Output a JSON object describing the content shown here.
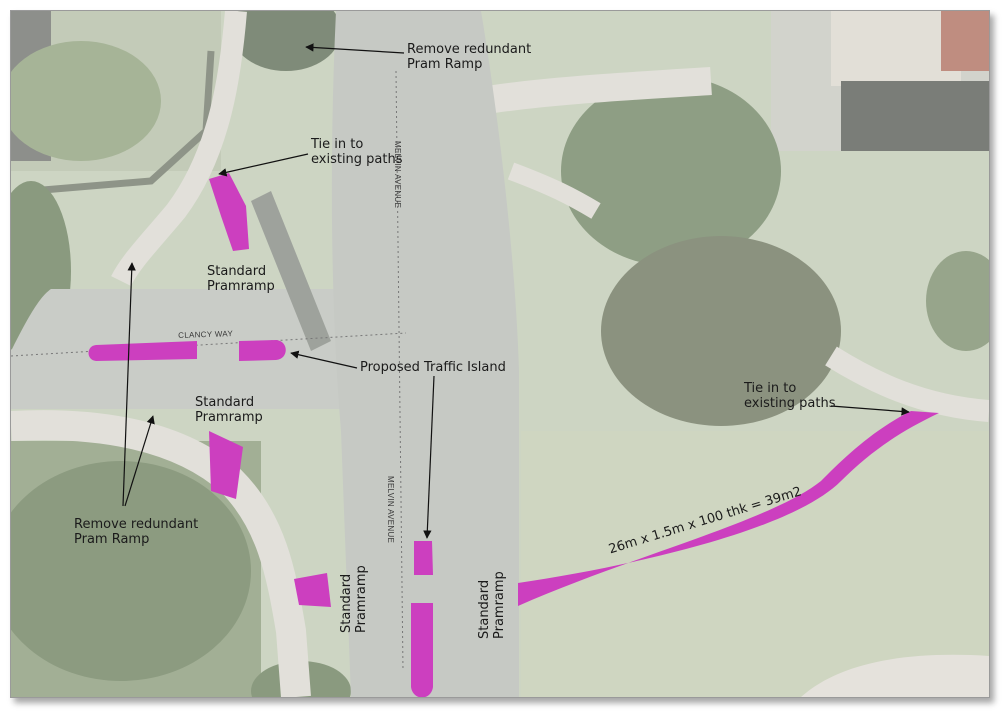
{
  "streets": {
    "melvin_north": "MELVIN AVENUE",
    "melvin_south": "MELVIN AVENUE",
    "clancy": "CLANCY WAY"
  },
  "annotations": {
    "remove_ramp_top": [
      "Remove redundant",
      "Pram Ramp"
    ],
    "tie_in_left": [
      "Tie in to",
      "existing paths"
    ],
    "pramramp_nw": [
      "Standard",
      "Pramramp"
    ],
    "traffic_island": "Proposed Traffic Island",
    "pramramp_sw": [
      "Standard",
      "Pramramp"
    ],
    "remove_ramp_bottom": [
      "Remove redundant",
      "Pram Ramp"
    ],
    "pramramp_s_left": [
      "Standard",
      "Pramramp"
    ],
    "pramramp_s_right": [
      "Standard",
      "Pramramp"
    ],
    "tie_in_right": [
      "Tie in to",
      "existing paths"
    ],
    "path_spec": "26m x 1.5m x 100 thk = 39m2"
  },
  "colors": {
    "proposed_work": "#cc3fbf",
    "road": "#c9ccc7",
    "grass": "#cfd8c2",
    "tree_canopy": "#93a287",
    "footpath": "#e2e0da",
    "leader_line": "#111111"
  }
}
